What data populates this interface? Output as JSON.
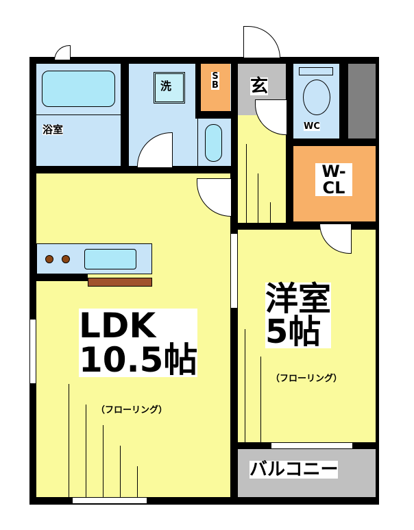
{
  "rooms": {
    "bath": "浴室",
    "washroom": "洗",
    "sb": "SB",
    "entrance": "玄",
    "wc": "WC",
    "wcl_line1": "W-",
    "wcl_line2": "CL",
    "ldk_line1": "LDK",
    "ldk_line2": "10.5帖",
    "ldk_floor": "（フローリング）",
    "western_line1": "洋室",
    "western_line2": "5帖",
    "western_floor": "（フローリング）",
    "balcony": "バルコニー"
  },
  "colors": {
    "yellow": "#fafa9c",
    "blue": "#c8e4f8",
    "orange": "#f8b068",
    "gray": "#c0c0c0"
  }
}
